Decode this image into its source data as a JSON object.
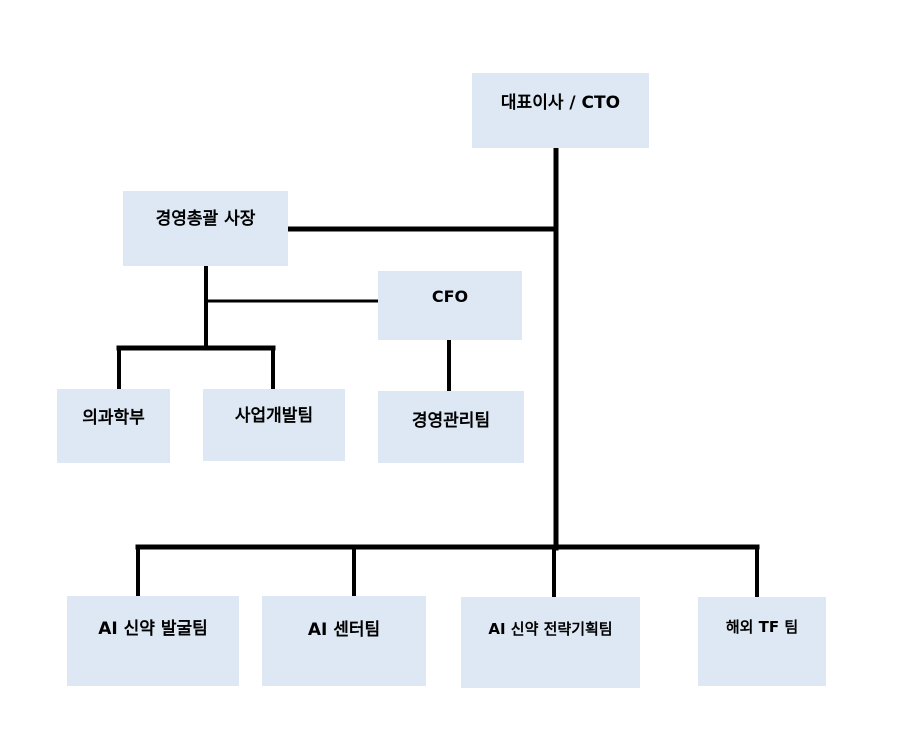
{
  "org_chart": {
    "ceo": "대표이사  / CTO",
    "president": "경영총괄 사장",
    "cfo": "CFO",
    "medical": "의과학부",
    "bizdev": "사업개발팀",
    "mgmt": "경영관리팀",
    "ai_discovery": "AI 신약  발굴팀",
    "ai_center": "AI 센터팀",
    "ai_strategy": "AI 신약  전략기획팀",
    "overseas_tf": "해외 TF 팀"
  },
  "colors": {
    "box_fill": "#dde8f4",
    "connector": "#000000"
  }
}
